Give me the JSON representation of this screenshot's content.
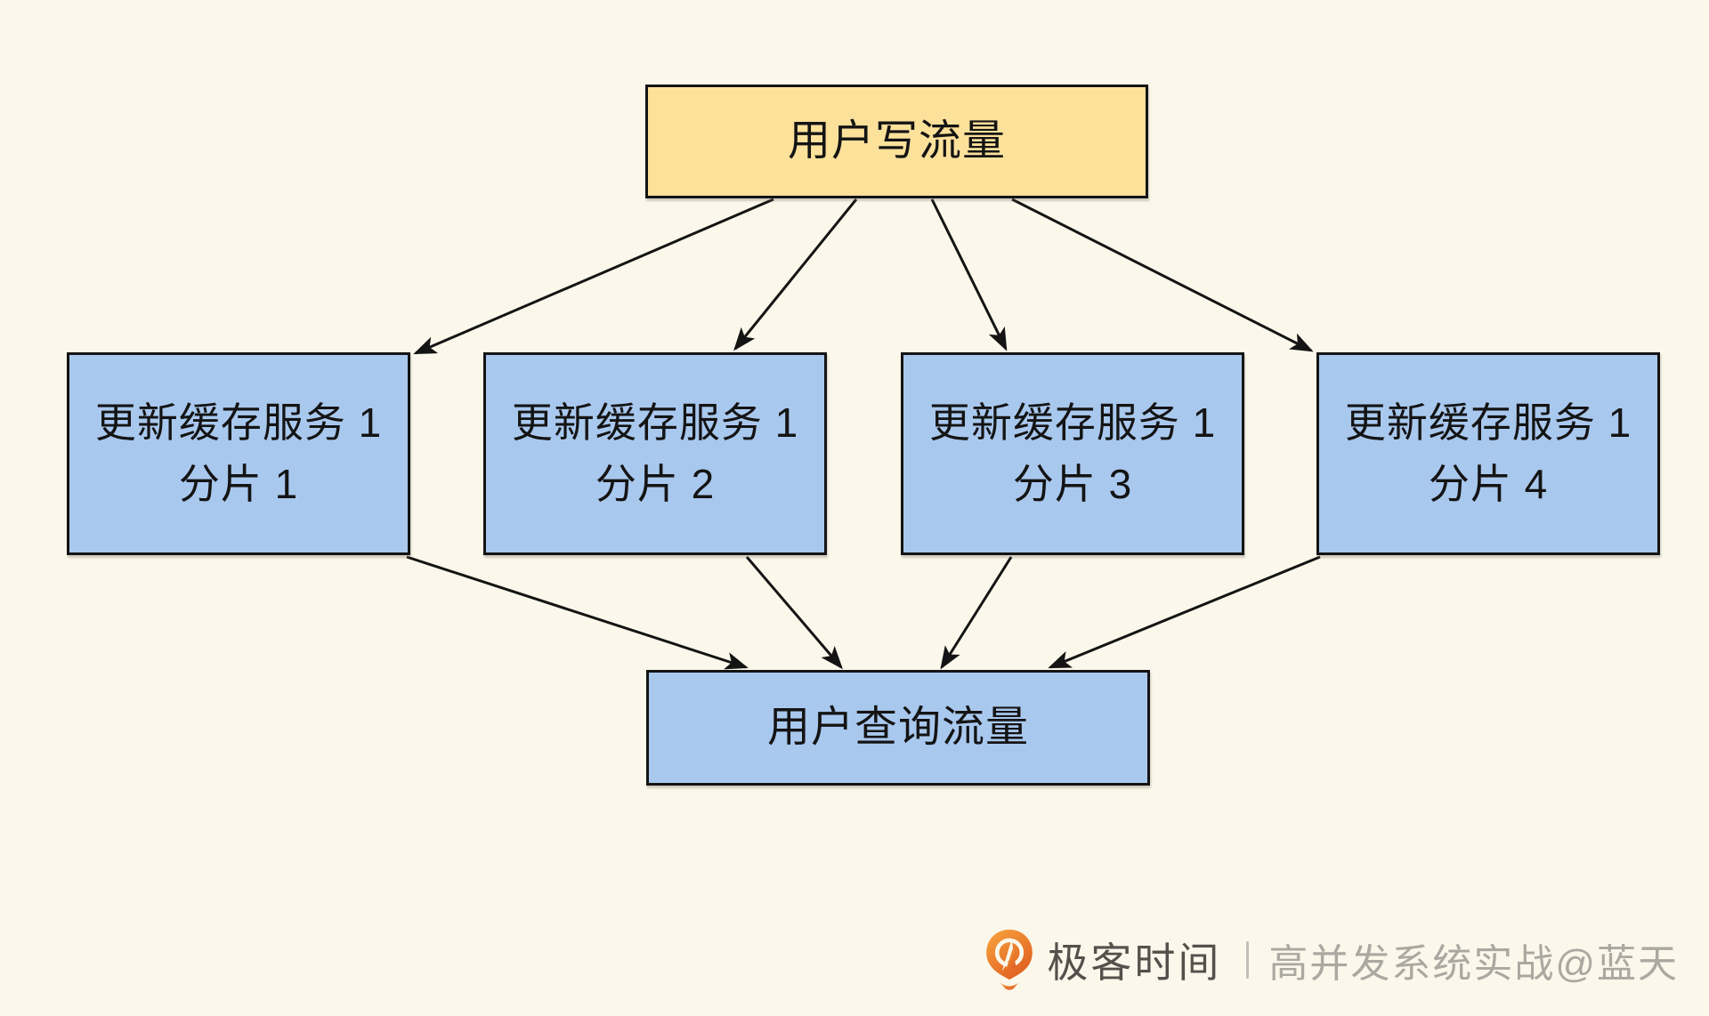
{
  "theme": {
    "bg": "#FBF7EB",
    "ink": "#141414",
    "node-yellow": "#FCE19B",
    "node-blue": "#A9C8EE",
    "node-border": "#141414",
    "brand-orange": "#ED6A1E",
    "footer-brand": "#55504B",
    "footer-muted": "#ABA8A1",
    "footer-divider": "#C2BFB8"
  },
  "diagram": {
    "source": {
      "label": "用户写流量"
    },
    "shards": [
      {
        "line1": "更新缓存服务 1",
        "line2": "分片 1"
      },
      {
        "line1": "更新缓存服务 1",
        "line2": "分片 2"
      },
      {
        "line1": "更新缓存服务 1",
        "line2": "分片 3"
      },
      {
        "line1": "更新缓存服务 1",
        "line2": "分片 4"
      }
    ],
    "sink": {
      "label": "用户查询流量"
    },
    "edges": [
      {
        "from": "user-write-traffic",
        "to": "shard-1"
      },
      {
        "from": "user-write-traffic",
        "to": "shard-2"
      },
      {
        "from": "user-write-traffic",
        "to": "shard-3"
      },
      {
        "from": "user-write-traffic",
        "to": "shard-4"
      },
      {
        "from": "shard-1",
        "to": "user-query-traffic"
      },
      {
        "from": "shard-2",
        "to": "user-query-traffic"
      },
      {
        "from": "shard-3",
        "to": "user-query-traffic"
      },
      {
        "from": "shard-4",
        "to": "user-query-traffic"
      }
    ]
  },
  "footer": {
    "brand": "极客时间",
    "credit": "高并发系统实战@蓝天"
  }
}
